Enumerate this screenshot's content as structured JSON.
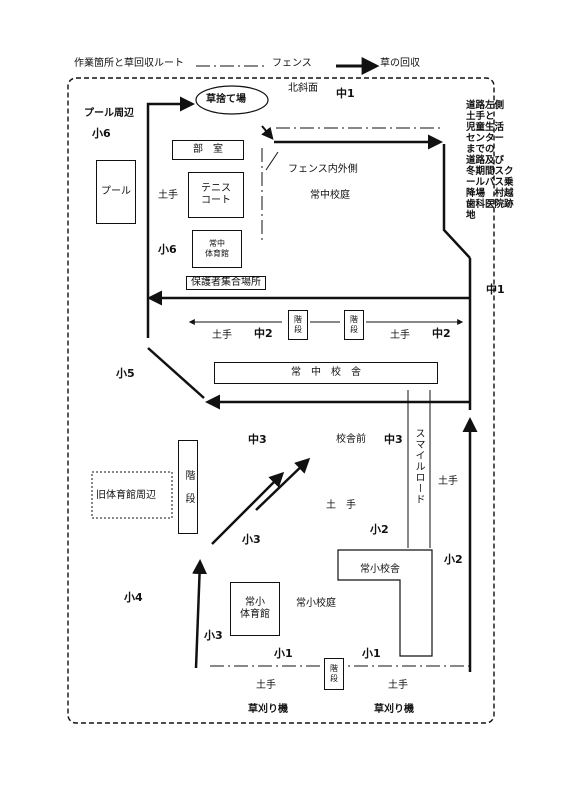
{
  "legend": {
    "work_area": "作業箇所と草回収ルート",
    "fence": "フェンス",
    "collection": "草の回収"
  },
  "places": {
    "grass_dump": "草捨て場",
    "north_slope": "北斜面",
    "pool_area": "プール周辺",
    "pool": "プール",
    "club_room": "部　室",
    "tennis_court": "テニス\nコート",
    "jh_gym": "常中\n体育館",
    "guardian_area": "保護者集合場所",
    "fence_inside_outside": "フェンス内外側",
    "jh_yard": "常中校庭",
    "road_note": "道路左側\n土手と\n児童生活\nセンター\nまでの\n道路及び\n冬期間スク\nールバス乗\n降場　村越\n歯科医院跡\n地",
    "stairs": "階\n段",
    "jh_building": "常　中　校　舎",
    "front_of_school": "校舎前",
    "smile_road": "スマイルロード",
    "old_gym_area": "旧体育館周辺",
    "embankment": "土　手",
    "es_building": "常小校舎",
    "es_gym": "常小\n体育館",
    "es_yard": "常小校庭",
    "mower": "草刈り機",
    "embankment_short": "土手"
  },
  "grades": {
    "g6": "小6",
    "g5": "小5",
    "g4": "小4",
    "g3": "小3",
    "g2": "小2",
    "g1": "小1",
    "m1": "中1",
    "m2": "中2",
    "m3": "中3"
  }
}
